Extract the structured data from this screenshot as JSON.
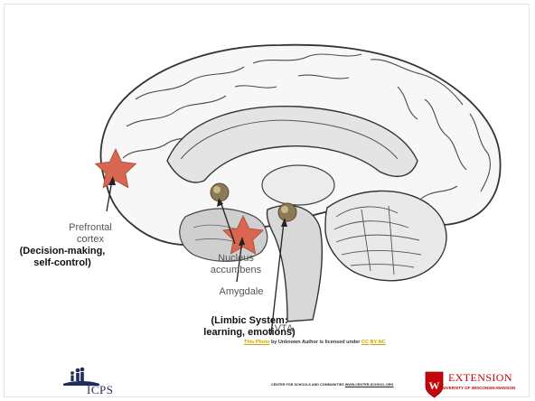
{
  "labels": {
    "prefrontal": "Prefrontal\ncortex",
    "prefrontal_role": "(Decision-making,\nself-control)",
    "nucleus": "Nucleus\naccumbens",
    "amygdale": "Amygdale",
    "limbic": "(Limbic System:\nlearning, emotions)",
    "vta": "VTA"
  },
  "credit": {
    "photo_link": "This Photo",
    "middle": " by Unknown Author is licensed under ",
    "license_a": "CC",
    "license_b": "BY-NC"
  },
  "footer": {
    "center_text": "CENTER FOR SCHOOLS AND COMMUNITIES",
    "center_link": "WWW.CENTER-SCHOOL.ORG",
    "icps": "ICPS",
    "extension": "EXTENSION",
    "extension_sub": "UNIVERSITY OF WISCONSIN-MADISON"
  },
  "colors": {
    "star": "#d96650",
    "uw_red": "#c5050c",
    "link": "#c9a400"
  }
}
